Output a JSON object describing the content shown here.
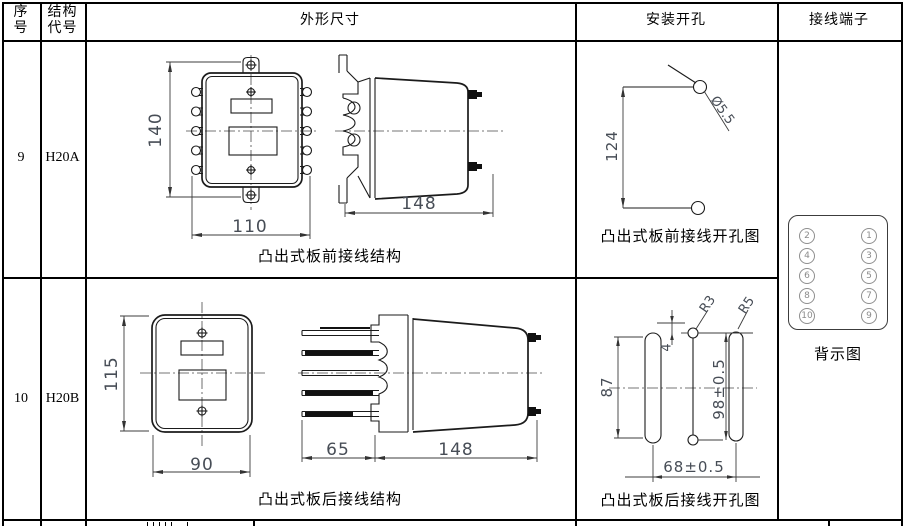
{
  "header": {
    "serial": "序\n号",
    "code": "结构\n代号",
    "outline": "外形尺寸",
    "mounting": "安装开孔",
    "terminals": "接线端子"
  },
  "rows": [
    {
      "serial": "9",
      "code": "H20A",
      "outline_caption": "凸出式板前接线结构",
      "mounting_caption": "凸出式板前接线开孔图",
      "dims": {
        "height": "140",
        "width": "110",
        "depth": "148",
        "hole_pitch": "124",
        "hole_dia": "Ø5.5"
      }
    },
    {
      "serial": "10",
      "code": "H20B",
      "outline_caption": "凸出式板后接线结构",
      "mounting_caption": "凸出式板后接线开孔图",
      "dims": {
        "height": "115",
        "width": "90",
        "stud_len": "65",
        "depth": "148",
        "slot_len": "87",
        "radius_small": "R3",
        "radius_large": "R5",
        "hole_offset": "4",
        "pitch_v": "98±0.5",
        "pitch_h": "68±0.5"
      }
    }
  ],
  "terminal_diagram": {
    "caption": "背示图",
    "left_col": [
      "2",
      "4",
      "6",
      "8",
      "10"
    ],
    "right_col": [
      "1",
      "3",
      "5",
      "7",
      "9"
    ]
  }
}
